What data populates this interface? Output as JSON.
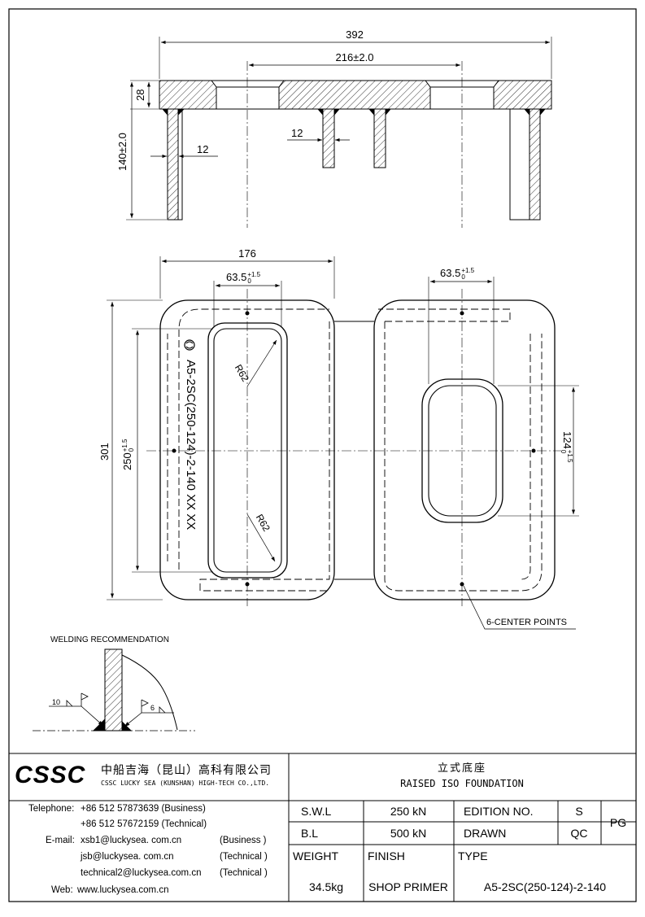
{
  "drawing": {
    "dim_overall_width": "392",
    "dim_hole_spacing": "216±2.0",
    "dim_plate_thickness": "28",
    "dim_height": "140±2.0",
    "dim_wall_left": "12",
    "dim_wall_center": "12",
    "dim_plan_width": "176",
    "dim_slot_left_width": "63.5",
    "dim_slot_left_tol_upper": "+1.5",
    "dim_slot_left_tol_lower": "0",
    "dim_slot_right_width": "63.5",
    "dim_slot_right_tol_upper": "+1.5",
    "dim_slot_right_tol_lower": "0",
    "dim_plan_height": "301",
    "dim_slot_left_length": "250",
    "dim_slot_left_len_tol_upper": "+1.5",
    "dim_slot_left_len_tol_lower": "0",
    "dim_slot_right_length": "124",
    "dim_slot_right_len_tol_upper": "+1.5",
    "dim_slot_right_len_tol_lower": "0",
    "radius_top": "R62",
    "radius_bottom": "R62",
    "marking_text": "A5-2SC(250-124)-2-140  XX XX",
    "center_points_note": "6-CENTER POINTS",
    "welding_title": "WELDING RECOMMENDATION",
    "weld_left_size": "10",
    "weld_right_size": "6"
  },
  "title_block": {
    "logo_text": "CSSC",
    "company_cn": "中船吉海（昆山）高科有限公司",
    "company_en": "CSSC LUCKY SEA (KUNSHAN) HIGH-TECH CO.,LTD.",
    "title_cn": "立式底座",
    "title_en": "RAISED ISO FOUNDATION",
    "telephone_label": "Telephone:",
    "phone_1": "+86 512  57873639 (Business)",
    "phone_2": "+86 512  57672159 (Technical)",
    "email_label": "E-mail:",
    "email_1": "xsb1@luckysea. com.cn",
    "email_1_type": "(Business )",
    "email_2": "jsb@luckysea. com.cn",
    "email_2_type": "(Technical )",
    "email_3": "technical2@luckysea.com.cn",
    "email_3_type": "(Technical )",
    "web_label": "Web:",
    "web": "www.luckysea.com.cn",
    "swl_label": "S.W.L",
    "swl_value": "250 kN",
    "bl_label": "B.L",
    "bl_value": "500 kN",
    "edition_label": "EDITION NO.",
    "edition_value": "S",
    "drawn_label": "DRAWN",
    "drawn_value": "QC",
    "pg_label": "PG",
    "weight_label": "WEIGHT",
    "weight_value": "34.5kg",
    "finish_label": "FINISH",
    "finish_value": "SHOP PRIMER",
    "type_label": "TYPE",
    "type_value": "A5-2SC(250-124)-2-140"
  }
}
